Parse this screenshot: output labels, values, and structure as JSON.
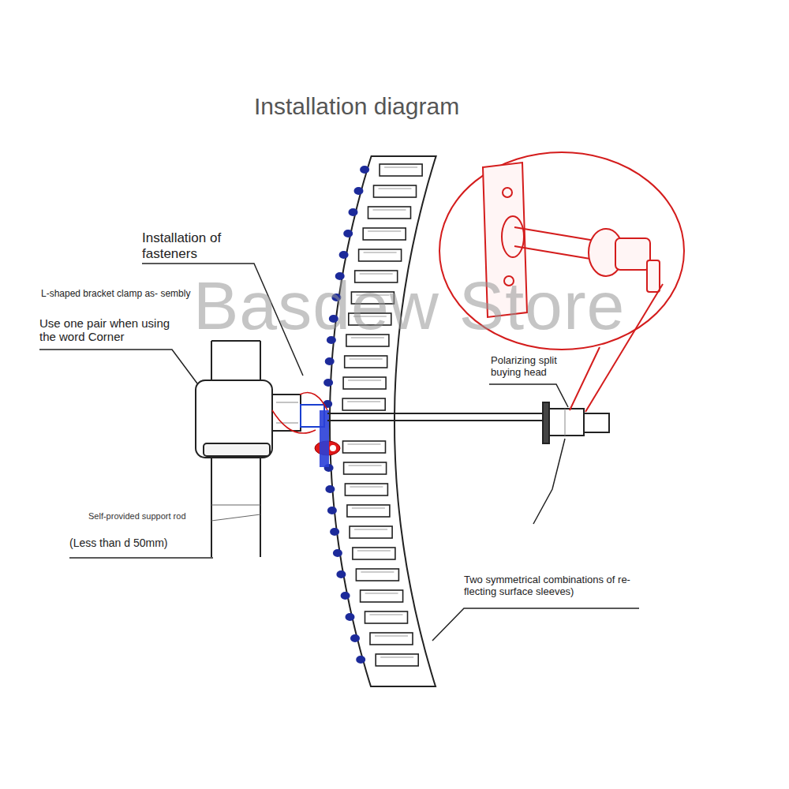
{
  "diagram": {
    "title": "Installation diagram",
    "labels": [
      "Installation of fasteners",
      "L-shaped bracket clamp as- sembly",
      "Use one pair when using the word Corner",
      "Polarizing split buying head",
      "Self-provided support rod",
      "(Less than d 50mm)",
      "Two symmetrical combinations of re- flecting surface sleeves)",
      "Basdew Store"
    ]
  }
}
